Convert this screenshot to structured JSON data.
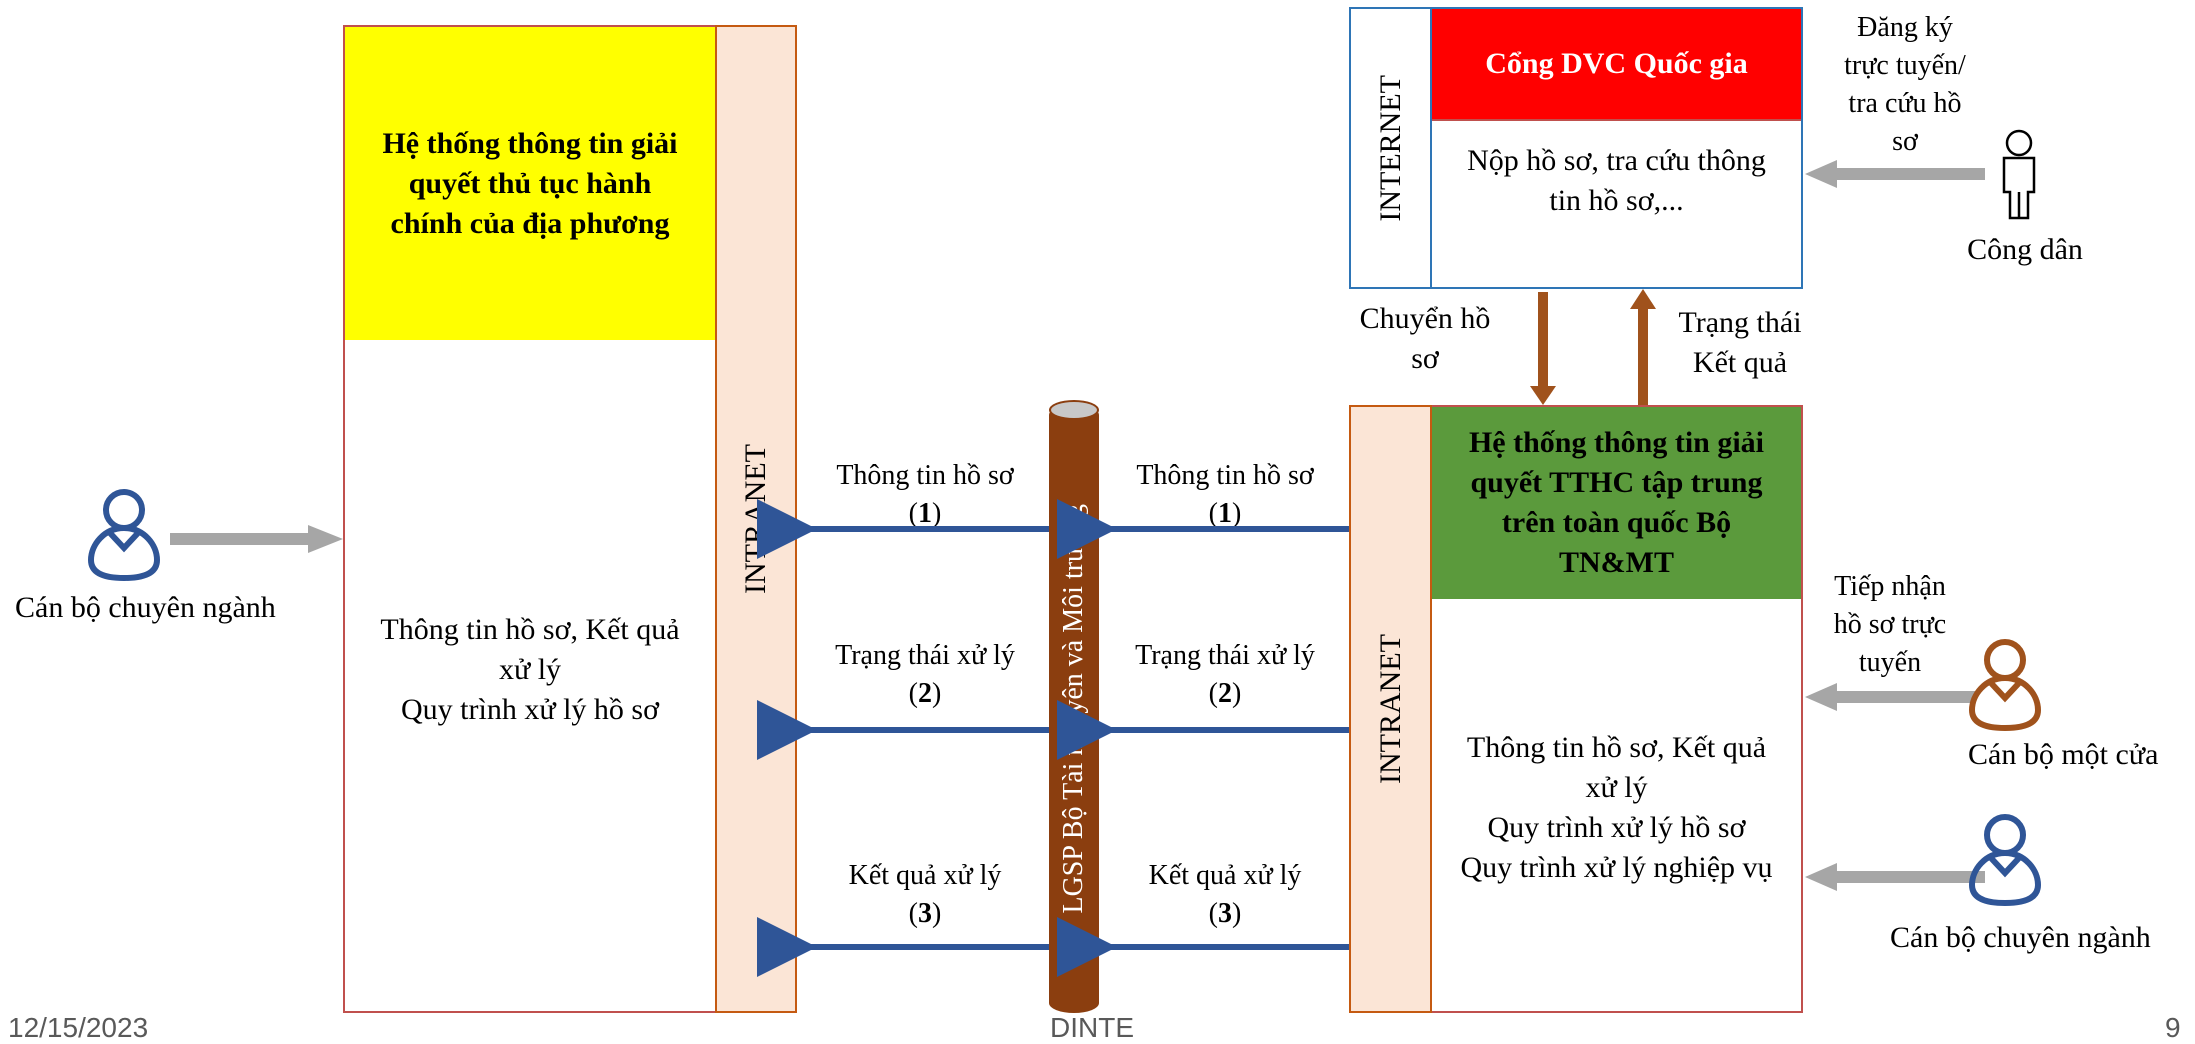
{
  "left_system": {
    "title": "Hệ thống thông tin giải quyết thủ tục hành chính của địa phương",
    "content_line1": "Thông tin hồ sơ, Kết quả",
    "content_line2": "xử lý",
    "content_line3": "Quy trình xử lý hồ sơ",
    "intranet_label": "INTRANET",
    "title_bg": "#ffff00"
  },
  "lgsp": {
    "label": "LGSP Bộ Tài nguyên và Môi trường",
    "color": "#8b3e0f"
  },
  "flows": [
    {
      "left_line1": "Thông tin hồ sơ",
      "left_num": "1",
      "right_line1": "Thông tin hồ sơ",
      "right_num": "1"
    },
    {
      "left_line1": "Trạng thái xử lý",
      "left_num": "2",
      "right_line1": "Trạng thái xử lý",
      "right_num": "2"
    },
    {
      "left_line1": "Kết quả xử lý",
      "left_num": "3",
      "right_line1": "Kết quả xử lý",
      "right_num": "3"
    }
  ],
  "national_portal": {
    "internet_label": "INTERNET",
    "title": "Cổng DVC Quốc gia",
    "content": "Nộp hồ sơ, tra cứu thông tin hồ sơ,...",
    "title_bg": "#ff0000"
  },
  "transfer": {
    "down_label_line1": "Chuyển hồ",
    "down_label_line2": "sơ",
    "up_label_line1": "Trạng thái",
    "up_label_line2": "Kết quả"
  },
  "ministry_system": {
    "intranet_label": "INTRANET",
    "title": "Hệ thống thông tin giải quyết TTHC tập trung trên toàn quốc Bộ TN&MT",
    "content_line1": "Thông tin hồ sơ, Kết quả",
    "content_line2": "xử lý",
    "content_line3": "Quy trình xử lý hồ sơ",
    "content_line4": "Quy trình xử lý nghiệp vụ",
    "title_bg": "#5b9a3c"
  },
  "actors": {
    "left_officer": "Cán bộ chuyên ngành",
    "citizen": "Công dân",
    "citizen_action_1": "Đăng ký",
    "citizen_action_2": "trực tuyến/",
    "citizen_action_3": "tra cứu hồ",
    "citizen_action_4": "sơ",
    "one_stop_officer": "Cán bộ một cửa",
    "one_stop_action_1": "Tiếp nhận",
    "one_stop_action_2": "hồ sơ trực",
    "one_stop_action_3": "tuyến",
    "right_officer": "Cán bộ chuyên ngành",
    "icons": [
      "user-icon",
      "user-icon",
      "user-icon",
      "person-icon"
    ],
    "blue": "#2f5597",
    "brown": "#a0521c"
  },
  "footer": {
    "date": "12/15/2023",
    "org": "DINTE",
    "page": "9"
  }
}
